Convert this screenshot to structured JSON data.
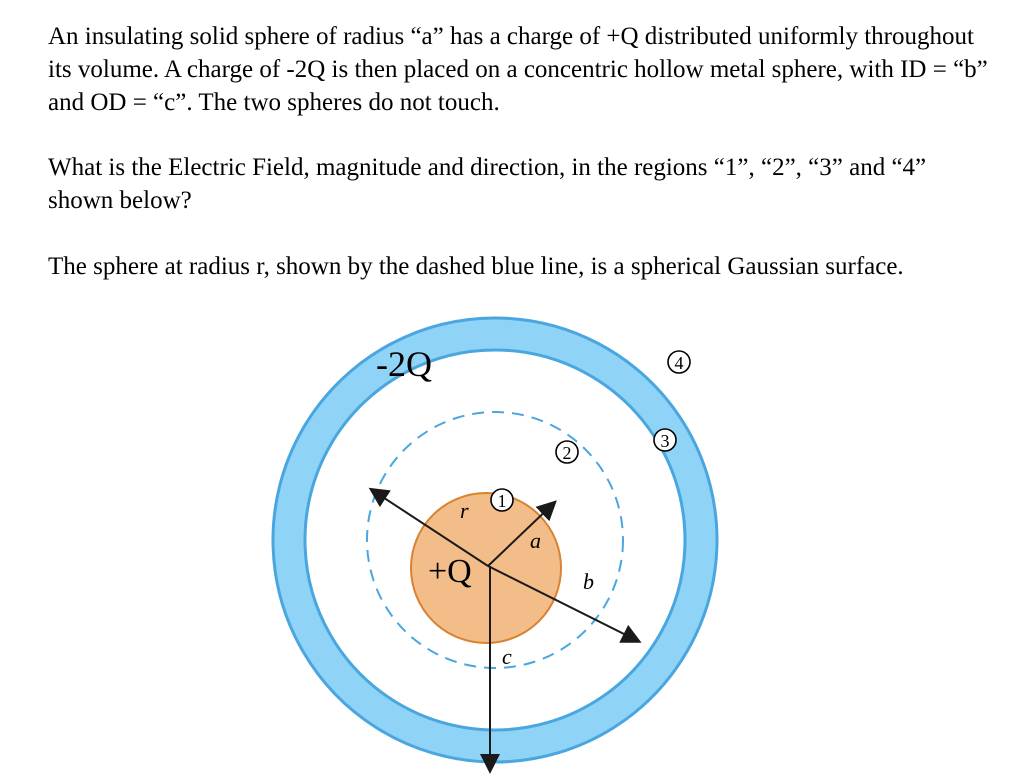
{
  "problem": {
    "paragraph_1": "An insulating solid sphere of  radius “a” has a charge of +Q distributed uniformly throughout its volume.  A charge of -2Q is then placed on a concentric hollow metal sphere, with ID = “b” and OD = “c”. The two spheres do not touch.",
    "paragraph_2": "What is the Electric Field, magnitude and direction, in the regions “1”, “2”, “3”  and “4” shown below?",
    "paragraph_3": "The sphere at radius r, shown by the dashed blue line, is a spherical Gaussian surface."
  },
  "figure": {
    "shell_charge": "-2Q",
    "inner_charge": "+Q",
    "radius_labels": {
      "r": "r",
      "a": "a",
      "b": "b",
      "c": "c"
    },
    "region_labels": [
      "1",
      "2",
      "3",
      "4"
    ],
    "colors": {
      "shell_fill": "#8fd3f7",
      "shell_stroke": "#49a6df",
      "gaussian_dashed": "#49a6df",
      "inner_fill": "#f3bd8a",
      "inner_stroke": "#d9822f",
      "arrow": "#1a1a1a"
    }
  }
}
